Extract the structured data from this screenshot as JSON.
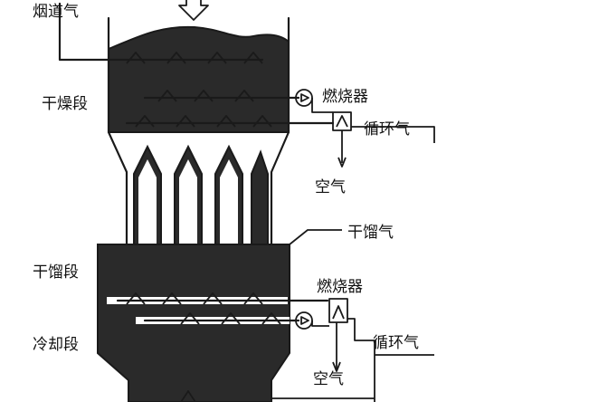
{
  "labels": {
    "flue_gas": "烟道气",
    "drying_section": "干燥段",
    "burner_top": "燃烧器",
    "recycle_gas_top": "循环气",
    "air_top": "空气",
    "retort_gas": "干馏气",
    "retort_section": "干馏段",
    "burner_bottom": "燃烧器",
    "cooling_section": "冷却段",
    "recycle_gas_bottom": "循环气",
    "air_bottom": "空气"
  },
  "colors": {
    "ink": "#1a1a1a",
    "fill": "#2a2a2a",
    "background": "#ffffff"
  }
}
